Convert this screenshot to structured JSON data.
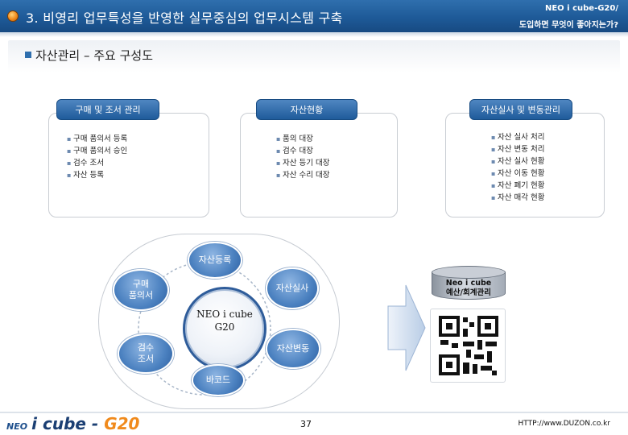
{
  "header": {
    "title": "3. 비영리 업무특성을 반영한 실무중심의 업무시스템 구축",
    "subtitle_line1": "NEO i cube-G20/",
    "subtitle_line2": "도입하면 무엇이 좋아지는가?"
  },
  "section": {
    "title": "자산관리 – 주요 구성도"
  },
  "boxes": [
    {
      "tab": "구매 및 조서 관리",
      "items": [
        "구매 품의서 등록",
        "구매 품의서 승인",
        "검수 조서",
        "자산 등록"
      ]
    },
    {
      "tab": "자산현황",
      "items": [
        "품의 대장",
        "검수 대장",
        "자산 등기 대장",
        "자산 수리 대장"
      ]
    },
    {
      "tab": "자산실사 및 변동관리",
      "items": [
        "자산 실사 처리",
        "자산 변동 처리",
        "자산 실사 현황",
        "자산 이동 현황",
        "자산 폐기 현황",
        "자산 매각 현황"
      ]
    }
  ],
  "diagram": {
    "center_line1": "NEO i cube",
    "center_line2": "G20",
    "nodes": {
      "register": "자산등록",
      "purchase_line1": "구매",
      "purchase_line2": "품의서",
      "audit": "자산실사",
      "inspect_line1": "검수",
      "inspect_line2": "조서",
      "change": "자산변동",
      "barcode": "바코드"
    },
    "database_line1": "Neo i cube",
    "database_line2": "예산/회계관리"
  },
  "footer": {
    "logo_neo": "NEO",
    "logo_icube": "i cube",
    "logo_dash": " - ",
    "logo_g20": "G20",
    "page_number": "37",
    "url": "HTTP://www.DUZON.co.kr"
  },
  "colors": {
    "header_blue": "#1e5a98",
    "node_blue": "#4b81c0",
    "accent_orange": "#f08a1c"
  }
}
